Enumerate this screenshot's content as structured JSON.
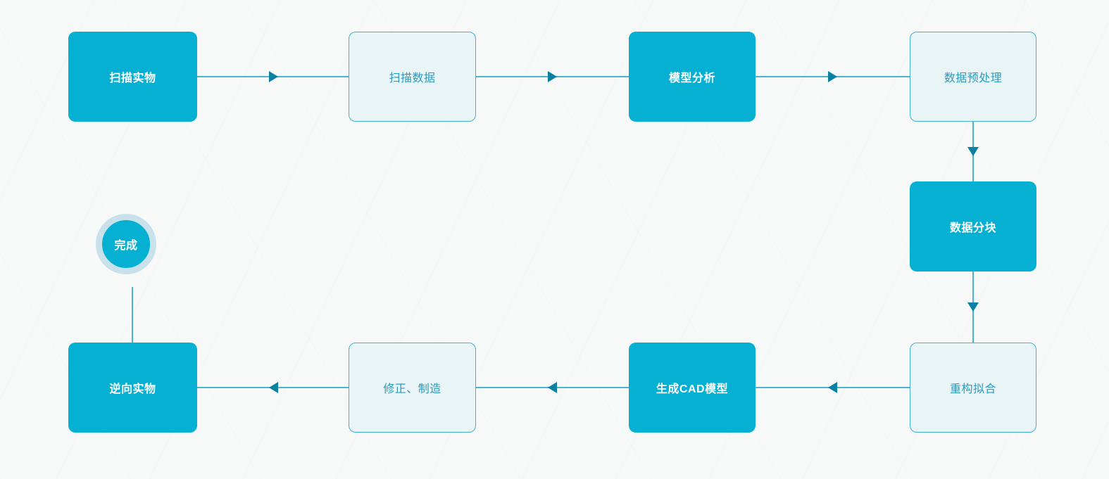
{
  "diagram": {
    "nodes": [
      {
        "id": "scan-physical",
        "label": "扫描实物",
        "style": "solid"
      },
      {
        "id": "scan-data",
        "label": "扫描数据",
        "style": "outline"
      },
      {
        "id": "model-analysis",
        "label": "模型分析",
        "style": "solid"
      },
      {
        "id": "data-preprocessing",
        "label": "数据预处理",
        "style": "outline"
      },
      {
        "id": "data-partition",
        "label": "数据分块",
        "style": "solid"
      },
      {
        "id": "reconstruction",
        "label": "重构拟合",
        "style": "outline"
      },
      {
        "id": "generate-cad",
        "label": "生成CAD模型",
        "style": "solid"
      },
      {
        "id": "revise-manufacture",
        "label": "修正、制造",
        "style": "outline"
      },
      {
        "id": "reverse-physical",
        "label": "逆向实物",
        "style": "solid"
      },
      {
        "id": "complete",
        "label": "完成",
        "style": "circle"
      }
    ],
    "connections": [
      {
        "from": "scan-physical",
        "to": "scan-data",
        "direction": "right",
        "arrow": true
      },
      {
        "from": "scan-data",
        "to": "model-analysis",
        "direction": "right",
        "arrow": true
      },
      {
        "from": "model-analysis",
        "to": "data-preprocessing",
        "direction": "right",
        "arrow": true
      },
      {
        "from": "data-preprocessing",
        "to": "data-partition",
        "direction": "down",
        "arrow": true
      },
      {
        "from": "data-partition",
        "to": "reconstruction",
        "direction": "down",
        "arrow": true
      },
      {
        "from": "reconstruction",
        "to": "generate-cad",
        "direction": "left",
        "arrow": true
      },
      {
        "from": "generate-cad",
        "to": "revise-manufacture",
        "direction": "left",
        "arrow": true
      },
      {
        "from": "revise-manufacture",
        "to": "reverse-physical",
        "direction": "left",
        "arrow": true
      },
      {
        "from": "reverse-physical",
        "to": "complete",
        "direction": "up",
        "arrow": false
      }
    ],
    "colors": {
      "solid_node_fill": "#05b0d2",
      "solid_node_text": "#ffffff",
      "outline_node_fill": "#e9f4f7",
      "outline_node_border": "#41b2d0",
      "outline_node_text": "#2a9cbe",
      "connector_line": "#4ab5d1",
      "arrowhead": "#0c80a2",
      "circle_ring": "#c8e1eb",
      "background": "#f7f8f8"
    }
  }
}
